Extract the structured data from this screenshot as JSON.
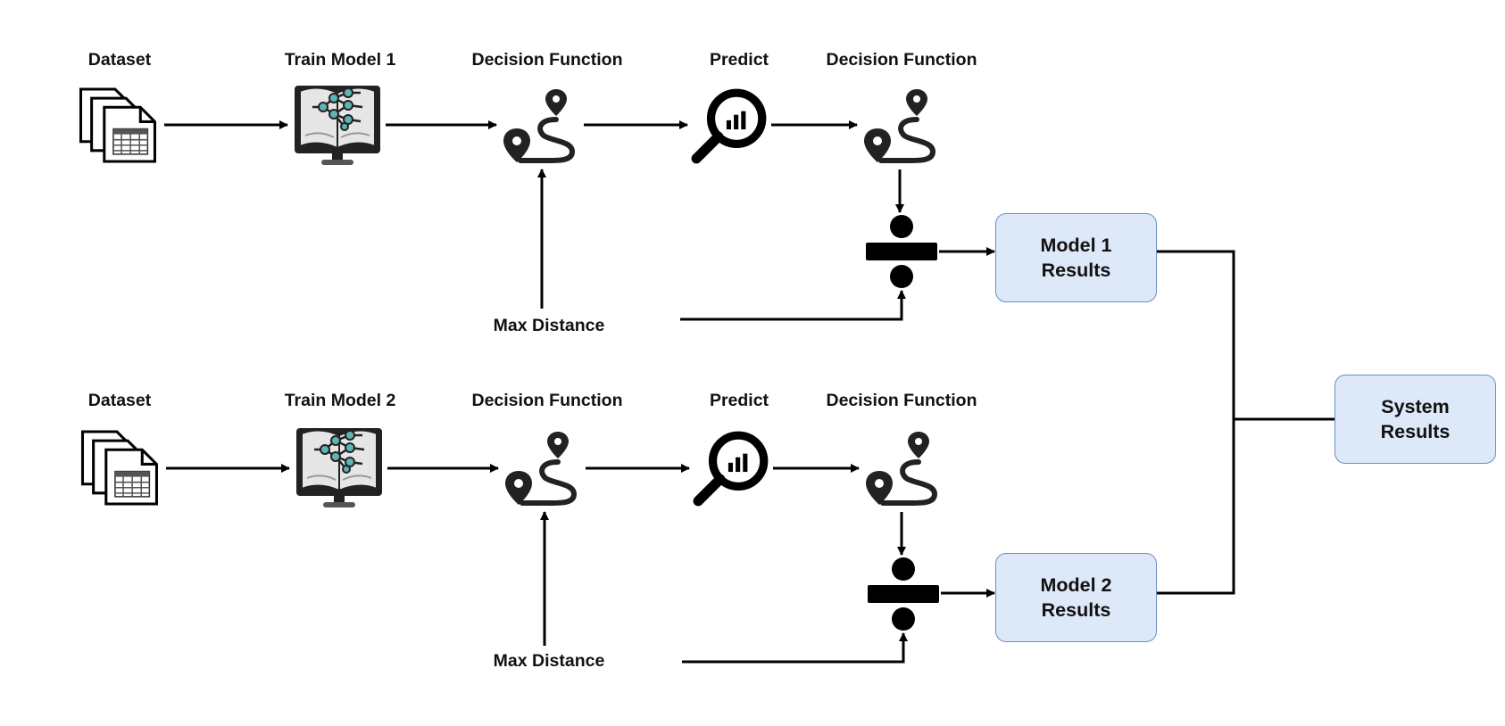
{
  "rows": [
    {
      "dataset_label": "Dataset",
      "train_label": "Train Model 1",
      "decision_label_1": "Decision Function",
      "predict_label": "Predict",
      "decision_label_2": "Decision Function",
      "max_distance_label": "Max Distance",
      "results_line1": "Model 1",
      "results_line2": "Results"
    },
    {
      "dataset_label": "Dataset",
      "train_label": "Train Model 2",
      "decision_label_1": "Decision Function",
      "predict_label": "Predict",
      "decision_label_2": "Decision Function",
      "max_distance_label": "Max Distance",
      "results_line1": "Model 2",
      "results_line2": "Results"
    }
  ],
  "system": {
    "line1": "System",
    "line2": "Results"
  },
  "icons": [
    "documents-icon",
    "ml-book-monitor-icon",
    "route-pin-icon",
    "magnifier-chart-icon",
    "division-icon"
  ],
  "colors": {
    "box_fill": "#dde8f8",
    "box_border": "#6a8fc4",
    "teal_node": "#5fb3b3"
  }
}
